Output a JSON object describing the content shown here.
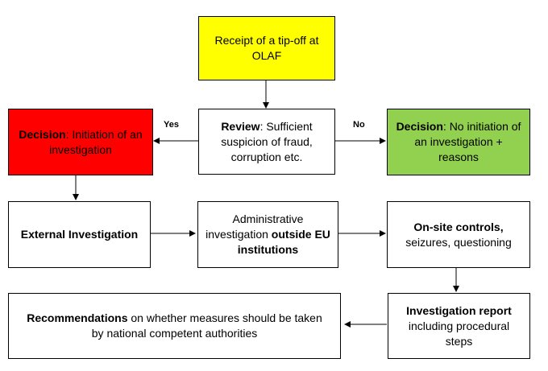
{
  "colors": {
    "tipoff_fill": "#ffff00",
    "initiation_fill": "#ff0000",
    "no_initiation_fill": "#92d050",
    "default_fill": "#ffffff",
    "line": "#000000"
  },
  "nodes": {
    "tipoff": {
      "text": "Receipt of a tip-off at OLAF"
    },
    "review": {
      "bold": "Review",
      "text": ": Sufficient suspicion of fraud, corruption etc."
    },
    "decision_yes": {
      "bold": "Decision",
      "text": ": Initiation of an investigation"
    },
    "decision_no": {
      "bold": "Decision",
      "text": ": No initiation of an investigation + reasons"
    },
    "external": {
      "bold": "External Investigation"
    },
    "admin": {
      "pre": "Administrative investigation ",
      "bold": "outside EU institutions"
    },
    "onsite": {
      "bold": "On-site controls,",
      "text": " seizures, questioning"
    },
    "report": {
      "bold": "Investigation report",
      "text": " including procedural steps"
    },
    "recommend": {
      "bold": "Recommendations",
      "text": " on whether measures should be taken by national competent authorities"
    }
  },
  "edges": {
    "yes_label": "Yes",
    "no_label": "No"
  }
}
